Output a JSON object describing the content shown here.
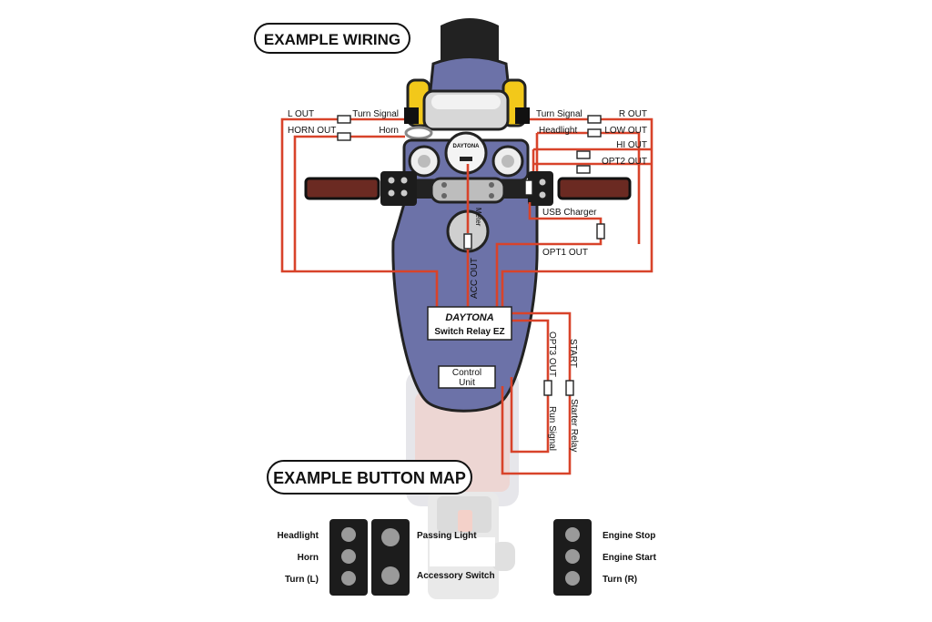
{
  "titles": {
    "wiring": "EXAMPLE WIRING",
    "button_map": "EXAMPLE BUTTON MAP"
  },
  "labels": {
    "l_out": "L OUT",
    "horn_out": "HORN OUT",
    "turn_signal_left": "Turn Signal",
    "horn": "Horn",
    "turn_signal_right": "Turn Signal",
    "r_out": "R OUT",
    "headlight": "Headlight",
    "low_out": "LOW OUT",
    "hi_out": "HI OUT",
    "opt2_out": "OPT2 OUT",
    "usb_charger": "USB Charger",
    "opt1_out": "OPT1 OUT",
    "meter": "Meter",
    "acc_out": "ACC OUT",
    "opt3_out": "OPT3 OUT",
    "start": "START",
    "run_signal": "Run Signal",
    "starter_relay": "Starter Relay",
    "brand": "DAYTONA",
    "relay_name": "Switch Relay EZ",
    "control_unit_line1": "Control",
    "control_unit_line2": "Unit",
    "speedo_brand": "DAYTONA"
  },
  "button_map": {
    "left_labels": [
      "Headlight",
      "Horn",
      "Turn (L)"
    ],
    "middle_labels": [
      "Passing Light",
      "Accessory Switch"
    ],
    "right_labels": [
      "Engine Stop",
      "Engine Start",
      "Turn (R)"
    ]
  },
  "colors": {
    "wire": "#d8432a",
    "tank": "#6c72a8",
    "headlight_yellow": "#f2c81a",
    "grip": "#6b2a22",
    "switch_box": "#1c1c1c",
    "button": "#9a9a9a"
  }
}
